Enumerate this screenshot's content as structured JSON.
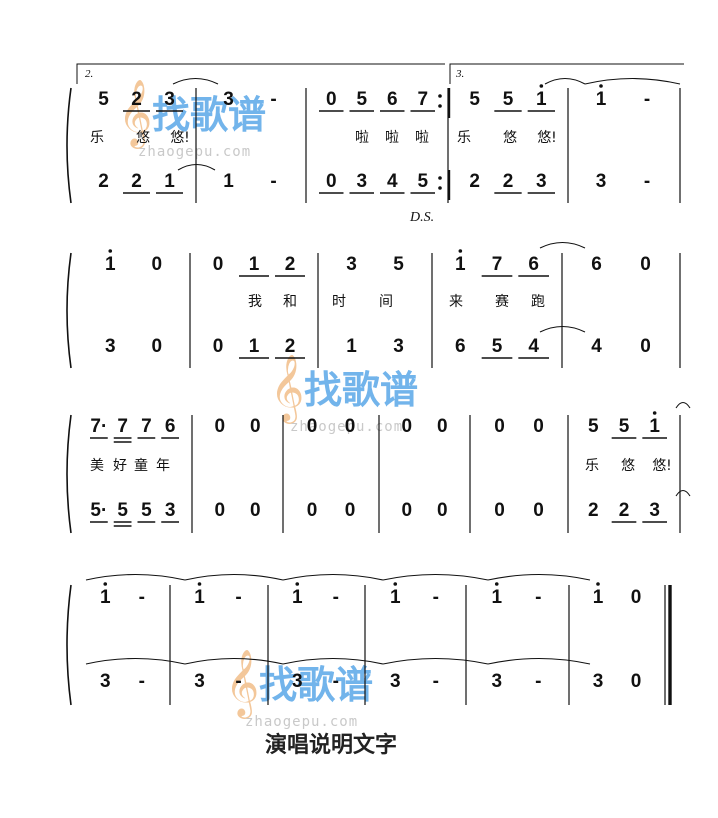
{
  "watermark": {
    "brand": "找歌谱",
    "url": "zhaogepu.com",
    "brand_colors": [
      "#5aa7e8",
      "#f2a45c"
    ],
    "clef_glyph": "𝄞"
  },
  "marks": {
    "ds": "D.S.",
    "volta_2": "2.",
    "volta_3": "3."
  },
  "systems": [
    {
      "upper": [
        [
          {
            "n": "5"
          },
          {
            "n": "2",
            "u": 1
          },
          {
            "n": "3",
            "u": 1
          }
        ],
        [
          {
            "n": "3"
          },
          {
            "n": "-"
          }
        ],
        [
          {
            "n": "0",
            "u": 1
          },
          {
            "n": "5",
            "u": 1
          },
          {
            "n": "6",
            "u": 1
          },
          {
            "n": "7",
            "u": 1
          }
        ],
        [
          {
            "n": "5"
          },
          {
            "n": "5",
            "u": 1
          },
          {
            "n": "1",
            "u": 1,
            "dot": 1
          }
        ],
        [
          {
            "n": "1",
            "dot": 1
          },
          {
            "n": "-"
          }
        ]
      ],
      "lower": [
        [
          {
            "n": "2"
          },
          {
            "n": "2",
            "u": 1
          },
          {
            "n": "1",
            "u": 1
          }
        ],
        [
          {
            "n": "1"
          },
          {
            "n": "-"
          }
        ],
        [
          {
            "n": "0",
            "u": 1
          },
          {
            "n": "3",
            "u": 1
          },
          {
            "n": "4",
            "u": 1
          },
          {
            "n": "5",
            "u": 1
          }
        ],
        [
          {
            "n": "2"
          },
          {
            "n": "2",
            "u": 1
          },
          {
            "n": "3",
            "u": 1
          }
        ],
        [
          {
            "n": "3"
          },
          {
            "n": "-"
          }
        ]
      ],
      "lyrics": [
        "乐",
        "悠",
        "悠!",
        "啦",
        "啦",
        "啦",
        "乐",
        "悠",
        "悠!"
      ]
    },
    {
      "upper": [
        [
          {
            "n": "1",
            "dot": 1
          },
          {
            "n": "0"
          }
        ],
        [
          {
            "n": "0"
          },
          {
            "n": "1",
            "u": 1
          },
          {
            "n": "2",
            "u": 1
          }
        ],
        [
          {
            "n": "3"
          },
          {
            "n": "5"
          }
        ],
        [
          {
            "n": "1",
            "dot": 1
          },
          {
            "n": "7",
            "u": 1
          },
          {
            "n": "6",
            "u": 1
          }
        ],
        [
          {
            "n": "6"
          },
          {
            "n": "0"
          }
        ]
      ],
      "lower": [
        [
          {
            "n": "3"
          },
          {
            "n": "0"
          }
        ],
        [
          {
            "n": "0"
          },
          {
            "n": "1",
            "u": 1
          },
          {
            "n": "2",
            "u": 1
          }
        ],
        [
          {
            "n": "1"
          },
          {
            "n": "3"
          }
        ],
        [
          {
            "n": "6"
          },
          {
            "n": "5",
            "u": 1
          },
          {
            "n": "4",
            "u": 1
          }
        ],
        [
          {
            "n": "4"
          },
          {
            "n": "0"
          }
        ]
      ],
      "lyrics": [
        "我",
        "和",
        "时",
        "间",
        "来",
        "赛",
        "跑"
      ]
    },
    {
      "upper": [
        [
          {
            "n": "7·",
            "u": 1
          },
          {
            "n": "7",
            "u": 2
          },
          {
            "n": "7",
            "u": 1
          },
          {
            "n": "6",
            "u": 1
          }
        ],
        [
          {
            "n": "0"
          },
          {
            "n": "0"
          }
        ],
        [
          {
            "n": "0"
          },
          {
            "n": "0"
          }
        ],
        [
          {
            "n": "0"
          },
          {
            "n": "0"
          }
        ],
        [
          {
            "n": "0"
          },
          {
            "n": "0"
          }
        ],
        [
          {
            "n": "5"
          },
          {
            "n": "5",
            "u": 1
          },
          {
            "n": "1",
            "u": 1,
            "dot": 1
          }
        ]
      ],
      "lower": [
        [
          {
            "n": "5·",
            "u": 1
          },
          {
            "n": "5",
            "u": 2
          },
          {
            "n": "5",
            "u": 1
          },
          {
            "n": "3",
            "u": 1
          }
        ],
        [
          {
            "n": "0"
          },
          {
            "n": "0"
          }
        ],
        [
          {
            "n": "0"
          },
          {
            "n": "0"
          }
        ],
        [
          {
            "n": "0"
          },
          {
            "n": "0"
          }
        ],
        [
          {
            "n": "0"
          },
          {
            "n": "0"
          }
        ],
        [
          {
            "n": "2"
          },
          {
            "n": "2",
            "u": 1
          },
          {
            "n": "3",
            "u": 1
          }
        ]
      ],
      "lyrics": [
        "美",
        "好",
        "童",
        "年",
        "乐",
        "悠",
        "悠!"
      ]
    },
    {
      "upper": [
        [
          {
            "n": "1",
            "dot": 1
          },
          {
            "n": "-"
          }
        ],
        [
          {
            "n": "1",
            "dot": 1
          },
          {
            "n": "-"
          }
        ],
        [
          {
            "n": "1",
            "dot": 1
          },
          {
            "n": "-"
          }
        ],
        [
          {
            "n": "1",
            "dot": 1
          },
          {
            "n": "-"
          }
        ],
        [
          {
            "n": "1",
            "dot": 1
          },
          {
            "n": "-"
          }
        ],
        [
          {
            "n": "1",
            "dot": 1
          },
          {
            "n": "0"
          }
        ]
      ],
      "lower": [
        [
          {
            "n": "3"
          },
          {
            "n": "-"
          }
        ],
        [
          {
            "n": "3"
          },
          {
            "n": "-"
          }
        ],
        [
          {
            "n": "3"
          },
          {
            "n": "-"
          }
        ],
        [
          {
            "n": "3"
          },
          {
            "n": "-"
          }
        ],
        [
          {
            "n": "3"
          },
          {
            "n": "-"
          }
        ],
        [
          {
            "n": "3"
          },
          {
            "n": "0"
          }
        ]
      ],
      "lyrics": []
    }
  ],
  "footer": "演唱说明文字"
}
